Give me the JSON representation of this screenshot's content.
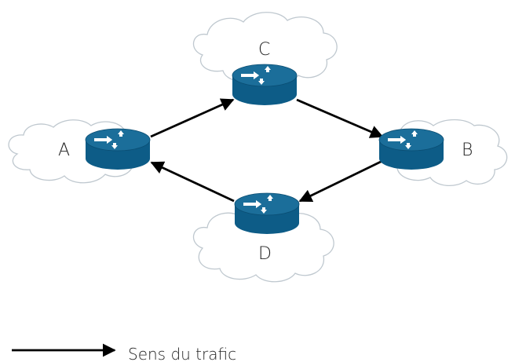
{
  "nodes": {
    "a": {
      "label": "A"
    },
    "b": {
      "label": "B"
    },
    "c": {
      "label": "C"
    },
    "d": {
      "label": "D"
    }
  },
  "legend": {
    "label": "Sens du trafic"
  },
  "colors": {
    "router_top": "#1b6e9a",
    "router_body": "#0d5c87",
    "router_arrow": "#ffffff",
    "cloud_stroke": "#bfc8cf",
    "arrow": "#000000"
  },
  "links": [
    {
      "from": "A",
      "to": "C"
    },
    {
      "from": "C",
      "to": "B"
    },
    {
      "from": "B",
      "to": "D"
    },
    {
      "from": "D",
      "to": "A"
    }
  ]
}
